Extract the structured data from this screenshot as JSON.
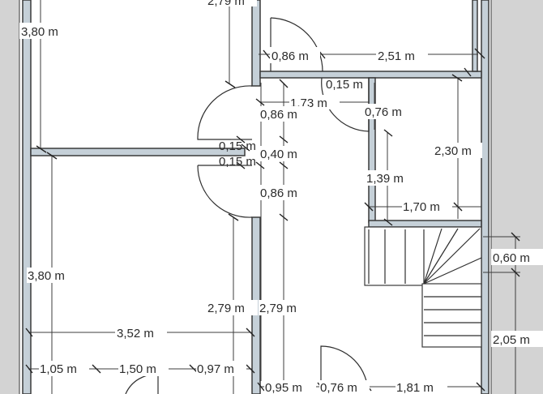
{
  "colors": {
    "background": "#ffffff",
    "margin": "#d3d3d3",
    "wall_fill": "#c5d0d8",
    "line": "#3a3a3a"
  },
  "labels": {
    "left_room_top_height": "3,80 m",
    "top_cut_width": "2,79 m",
    "door_top": "0,86 m",
    "span_top": "2,51 m",
    "small_015_a": "0,15 m",
    "span_173": "1,73 m",
    "door_mid_upper": "0,86 m",
    "door_076_right": "0,76 m",
    "closet_height": "2,30 m",
    "small_015_b": "0,15 m",
    "small_015_c": "0,15 m",
    "span_040": "0,40 m",
    "span_139": "1,39 m",
    "door_mid_lower": "0,86 m",
    "span_170": "1,70 m",
    "left_room_bottom_height": "3,80 m",
    "stair_offset": "0,60 m",
    "span_279_left": "2,79 m",
    "span_279_right": "2,79 m",
    "room_width": "3,52 m",
    "stair_height": "2,05 m",
    "bottom_105": "1,05 m",
    "bottom_150": "1,50 m",
    "bottom_097": "0,97 m",
    "bottom_095": "0,95 m",
    "bottom_076": "0,76 m",
    "bottom_181": "1,81 m"
  }
}
